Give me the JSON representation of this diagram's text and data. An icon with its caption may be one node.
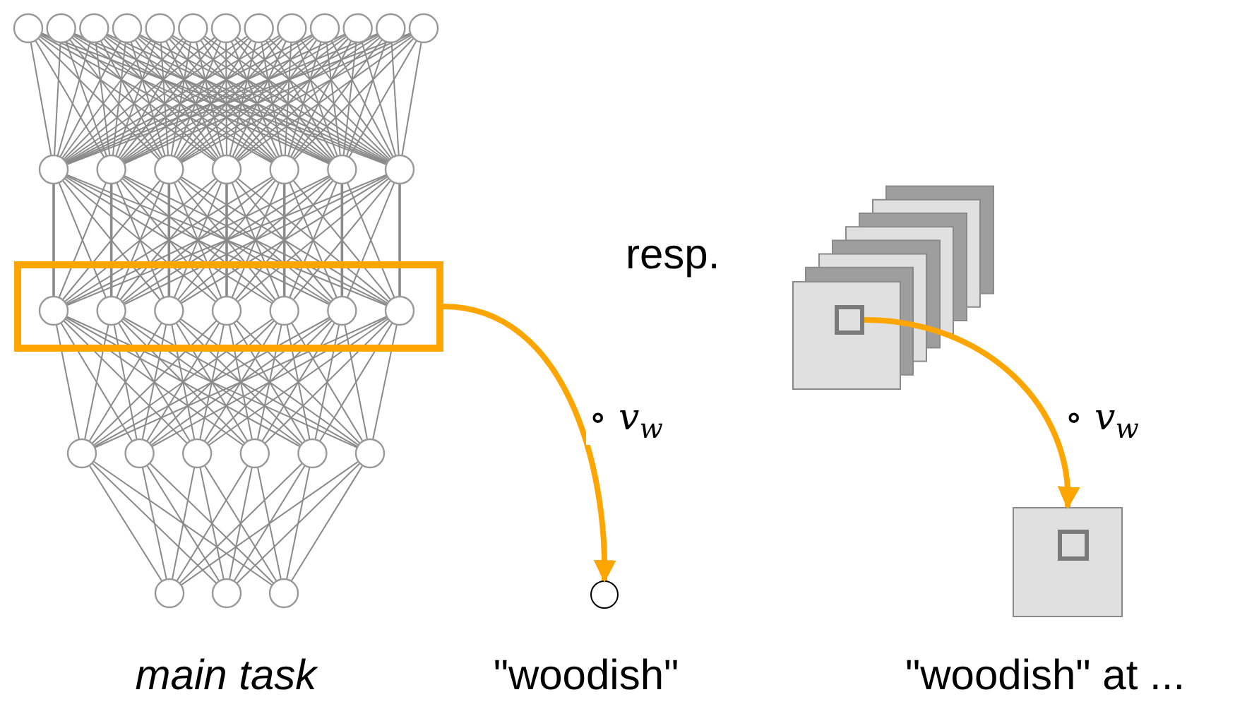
{
  "diagram": {
    "nodes": [
      {
        "text": [],
        "shape": "box"
      },
      {
        "text": [],
        "shape": "circle",
        "beside": [
          "\"woodish\""
        ]
      },
      {
        "text": [],
        "shape": "box"
      },
      {
        "text": [],
        "shape": "box",
        "in": 2
      },
      {
        "text": [],
        "shape": "box",
        "beside": [
          "\"woodish\" at ..."
        ]
      },
      {
        "text": [],
        "shape": "box",
        "in": 4
      }
    ],
    "edges": [
      {
        "from": 0,
        "to": 1,
        "arrow": "to",
        "label": "∘ *v*$_{w}$"
      },
      {
        "from": 3,
        "to": 4,
        "arrow": "to",
        "label": "∘ *v*$_{w}$"
      }
    ],
    "labels": [
      "resp.",
      "main task"
    ]
  }
}
